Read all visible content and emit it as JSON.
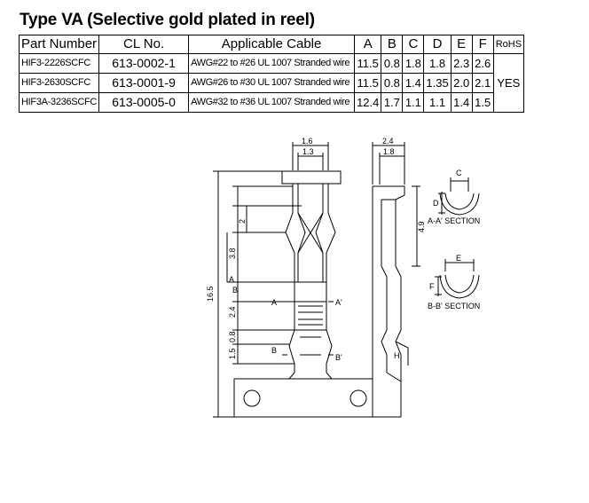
{
  "title": "Type VA (Selective gold plated in reel)",
  "table": {
    "headers": {
      "part_number": "Part Number",
      "cl_no": "CL No.",
      "cable": "Applicable Cable",
      "a": "A",
      "b": "B",
      "c": "C",
      "d": "D",
      "e": "E",
      "f": "F",
      "rohs": "RoHS"
    },
    "rows": [
      {
        "part": "HIF3-2226SCFC",
        "cl": "613-0002-1",
        "cable": "AWG#22 to #26 UL 1007 Stranded wire",
        "a": "11.5",
        "b": "0.8",
        "c": "1.8",
        "d": "1.8",
        "e": "2.3",
        "f": "2.6"
      },
      {
        "part": "HIF3-2630SCFC",
        "cl": "613-0001-9",
        "cable": "AWG#26 to #30 UL 1007 Stranded wire",
        "a": "11.5",
        "b": "0.8",
        "c": "1.4",
        "d": "1.35",
        "e": "2.0",
        "f": "2.1"
      },
      {
        "part": "HIF3A-3236SCFC",
        "cl": "613-0005-0",
        "cable": "AWG#32 to #36 UL 1007 Stranded wire",
        "a": "12.4",
        "b": "1.7",
        "c": "1.1",
        "d": "1.1",
        "e": "1.4",
        "f": "1.5"
      }
    ],
    "rohs_value": "YES"
  },
  "drawing": {
    "dim_1_6": "1.6",
    "dim_1_3": "1.3",
    "dim_2_4": "2.4",
    "dim_1_8": "1.8",
    "dim_16_5": "16.5",
    "dim_3_8": "3.8",
    "dim_2": "2",
    "dim_2_4b": "2.4",
    "dim_0_8": "0.8",
    "dim_1_5": "1.5",
    "dim_4_9": "4.9",
    "label_a": "A",
    "label_b": "B",
    "label_c": "C",
    "label_d": "D",
    "label_e": "E",
    "label_f": "F",
    "label_h": "H",
    "label_a_left": "A",
    "label_a_right": "A'",
    "label_b_left": "B",
    "label_b_right": "B'",
    "section_aa": "A-A' SECTION",
    "section_bb": "B-B' SECTION"
  }
}
